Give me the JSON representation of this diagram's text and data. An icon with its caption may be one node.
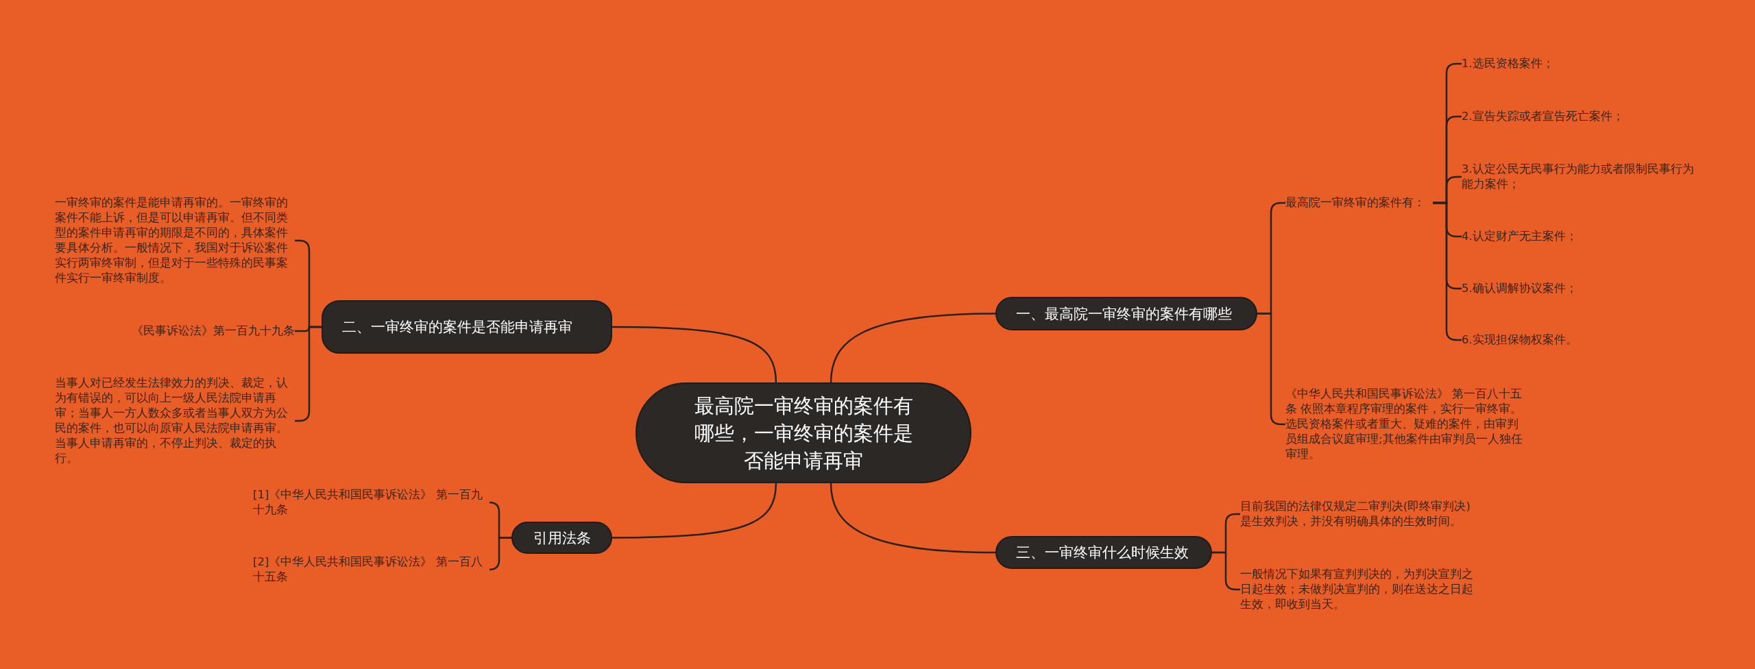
{
  "diagram": {
    "nodes": [
      {
        "text": [
          "最高院一审终审的案件有哪些，一审终审的案件是否能申请再审"
        ]
      },
      {
        "text": [
          "一、最高院一审终审的案件有哪些"
        ]
      },
      {
        "text": [
          "最高院一审终审的案件有："
        ]
      },
      {
        "text": [
          "1.选民资格案件；"
        ]
      },
      {
        "text": [
          "2.宣告失踪或者宣告死亡案件；"
        ]
      },
      {
        "text": [
          "3.认定公民无民事行为能力或者限制民事行为能力案件；"
        ]
      },
      {
        "text": [
          "4.认定财产无主案件；"
        ]
      },
      {
        "text": [
          "5.确认调解协议案件；"
        ]
      },
      {
        "text": [
          "6.实现担保物权案件。"
        ]
      },
      {
        "text": [
          "《中华人民共和国民事诉讼法》 第一百八十五条 依照本章程序审理的案件，实行一审终审。选民资格案件或者重大、疑难的案件，由审判员组成合议庭审理;其他案件由审判员一人独任审理。"
        ]
      },
      {
        "text": [
          "三、一审终审什么时候生效"
        ]
      },
      {
        "text": [
          "目前我国的法律仅规定二审判决(即终审判决)是生效判决，并没有明确具体的生效时间。"
        ]
      },
      {
        "text": [
          "一般情况下如果有宣判判决的，为判决宣判之日起生效；未做判决宣判的，则在送达之日起生效，即收到当天。"
        ]
      },
      {
        "text": [
          "二、一审终审的案件是否能申请再审"
        ]
      },
      {
        "text": [
          "一审终审的案件是能申请再审的。一审终审的案件不能上诉，但是可以申请再审。但不同类型的案件申请再审的期限是不同的，具体案件要具体分析。一般情况下，我国对于诉讼案件实行两审终审制，但是对于一些特殊的民事案件实行一审终审制度。"
        ]
      },
      {
        "text": [
          "《民事诉讼法》第一百九十九条"
        ]
      },
      {
        "text": [
          "当事人对已经发生法律效力的判决、裁定，认为有错误的，可以向上一级人民法院申请再审；当事人一方人数众多或者当事人双方为公民的案件，也可以向原审人民法院申请再审。当事人申请再审的，不停止判决、裁定的执行。"
        ]
      },
      {
        "text": [
          "引用法条"
        ]
      },
      {
        "text": [
          "[1]《中华人民共和国民事诉讼法》 第一百九十九条"
        ]
      },
      {
        "text": [
          "[2]《中华人民共和国民事诉讼法》 第一百八十五条"
        ]
      }
    ],
    "edges": [
      {
        "from": 0,
        "to": 1,
        "arrow": "none"
      },
      {
        "from": 1,
        "to": 2,
        "arrow": "none"
      },
      {
        "from": 2,
        "to": 3,
        "arrow": "none"
      },
      {
        "from": 2,
        "to": 4,
        "arrow": "none"
      },
      {
        "from": 2,
        "to": 5,
        "arrow": "none"
      },
      {
        "from": 2,
        "to": 6,
        "arrow": "none"
      },
      {
        "from": 2,
        "to": 7,
        "arrow": "none"
      },
      {
        "from": 2,
        "to": 8,
        "arrow": "none"
      },
      {
        "from": 1,
        "to": 9,
        "arrow": "none"
      },
      {
        "from": 0,
        "to": 10,
        "arrow": "none"
      },
      {
        "from": 10,
        "to": 11,
        "arrow": "none"
      },
      {
        "from": 10,
        "to": 12,
        "arrow": "none"
      },
      {
        "from": 0,
        "to": 13,
        "arrow": "none"
      },
      {
        "from": 13,
        "to": 14,
        "arrow": "none"
      },
      {
        "from": 13,
        "to": 15,
        "arrow": "none"
      },
      {
        "from": 13,
        "to": 16,
        "arrow": "none"
      },
      {
        "from": 0,
        "to": 17,
        "arrow": "none"
      },
      {
        "from": 17,
        "to": 18,
        "arrow": "none"
      },
      {
        "from": 17,
        "to": 19,
        "arrow": "none"
      }
    ]
  }
}
